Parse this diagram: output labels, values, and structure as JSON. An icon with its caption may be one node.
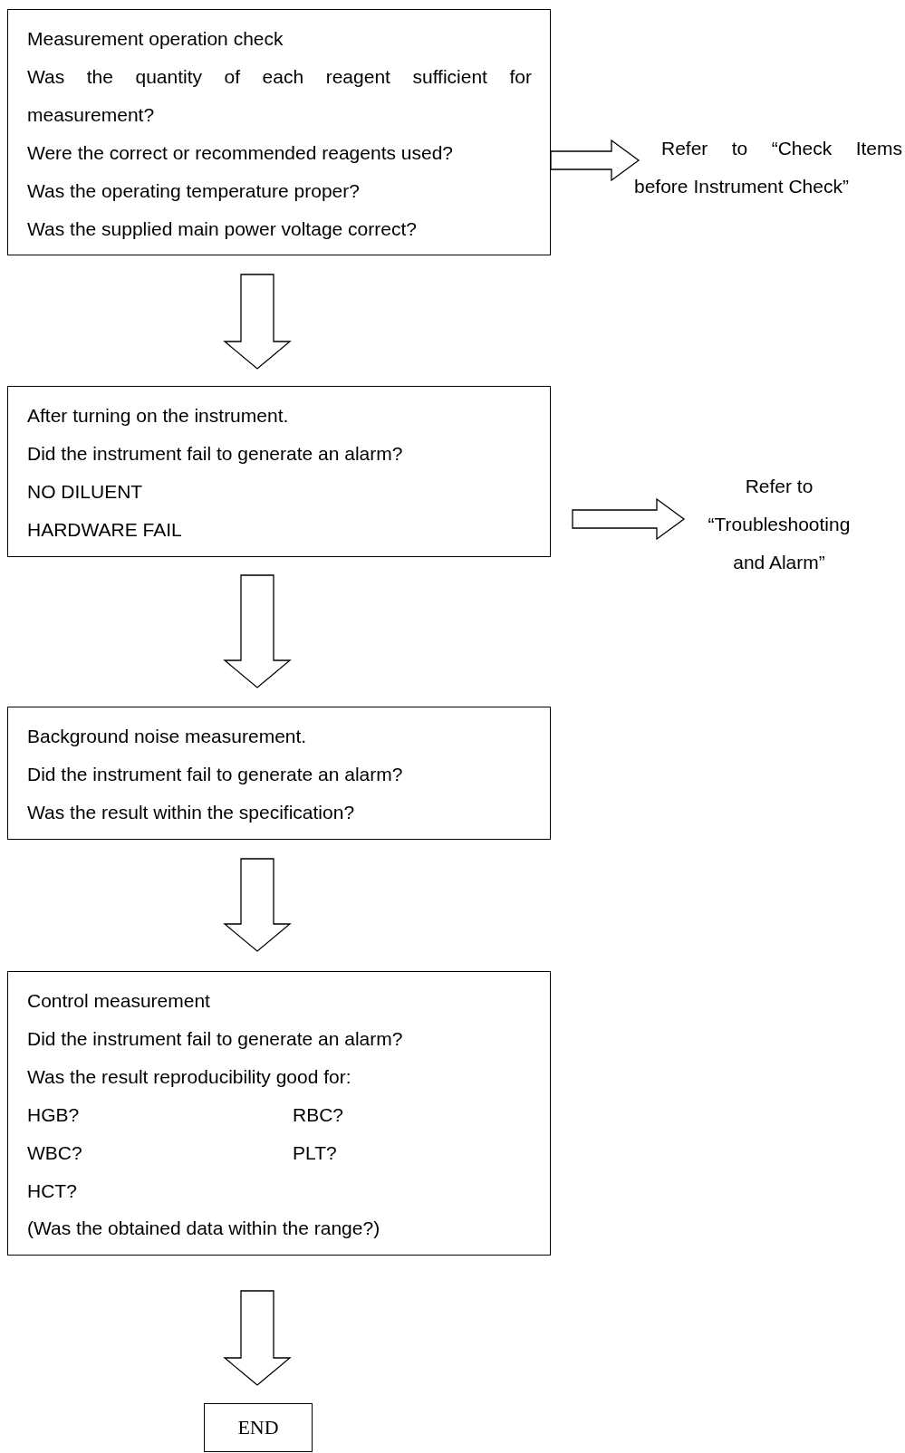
{
  "diagram": {
    "nodes": [
      {
        "text": [
          "Measurement operation check",
          "Was the quantity of each reagent sufficient for measurement?",
          "Were the correct or recommended reagents used?",
          "Was the operating temperature proper?",
          "Was the supplied main power voltage correct?"
        ]
      },
      {
        "text": [
          "Refer to “Check Items before Instrument Check”"
        ]
      },
      {
        "text": [
          "After turning on the instrument.",
          "Did the instrument fail to generate an alarm?",
          "NO DILUENT",
          "HARDWARE FAIL"
        ]
      },
      {
        "text": [
          "Refer to “Troubleshooting and Alarm”"
        ]
      },
      {
        "text": [
          "Background noise measurement.",
          "Did the instrument fail to generate an alarm?",
          "Was the result within the specification?"
        ]
      },
      {
        "text": [
          "Control measurement",
          "Did the instrument fail to generate an alarm?",
          "Was the result reproducibility good for:",
          "HGB?",
          "RBC?",
          "WBC?",
          "PLT?",
          "HCT?",
          "(Was the obtained data within the range?)"
        ]
      },
      {
        "text": [
          "END"
        ]
      }
    ],
    "edges": [
      {
        "from": 0,
        "to": 1,
        "arrow": "to"
      },
      {
        "from": 0,
        "to": 2,
        "arrow": "to"
      },
      {
        "from": 2,
        "to": 3,
        "arrow": "to"
      },
      {
        "from": 2,
        "to": 4,
        "arrow": "to"
      },
      {
        "from": 4,
        "to": 5,
        "arrow": "to"
      },
      {
        "from": 5,
        "to": 6,
        "arrow": "to"
      }
    ]
  }
}
